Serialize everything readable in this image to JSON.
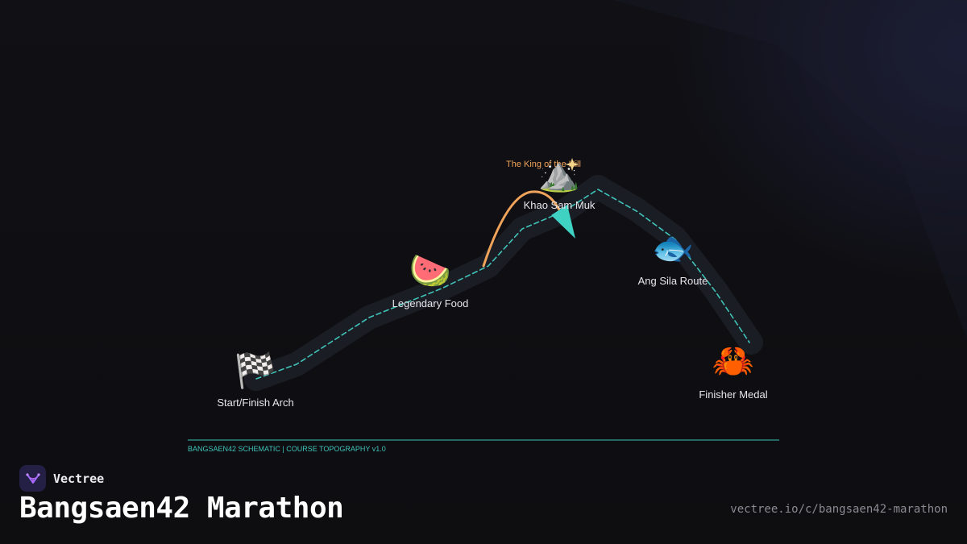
{
  "diagram": {
    "theme": {
      "background": "#0f0f12",
      "route_band": "#1b1d25",
      "route_line": "#3fc3b8",
      "accent": "#f0a35a"
    },
    "annotation": {
      "text": "The King of the Hill",
      "color": "#f0a35a",
      "icon": "sparkle-icon"
    },
    "waypoints": [
      {
        "id": "start",
        "label": "Start/Finish Arch",
        "emoji": "🏁",
        "icon": "checkered-flag-icon"
      },
      {
        "id": "food",
        "label": "Legendary Food",
        "emoji": "🍉",
        "icon": "watermelon-icon"
      },
      {
        "id": "hill",
        "label": "Khao Sam Muk",
        "emoji": "⛰️",
        "icon": "mountain-icon"
      },
      {
        "id": "angsila",
        "label": "Ang Sila Route",
        "emoji": "🐟",
        "icon": "fish-icon"
      },
      {
        "id": "medal",
        "label": "Finisher Medal",
        "emoji": "🦀",
        "icon": "crab-icon"
      }
    ],
    "footer_note": "BANGSAEN42 SCHEMATIC | COURSE TOPOGRAPHY v1.0"
  },
  "brand": {
    "name": "Vectree",
    "logo_icon": "vectree-logo-icon"
  },
  "page": {
    "title": "Bangsaen42 Marathon",
    "url": "vectree.io/c/bangsaen42-marathon"
  }
}
